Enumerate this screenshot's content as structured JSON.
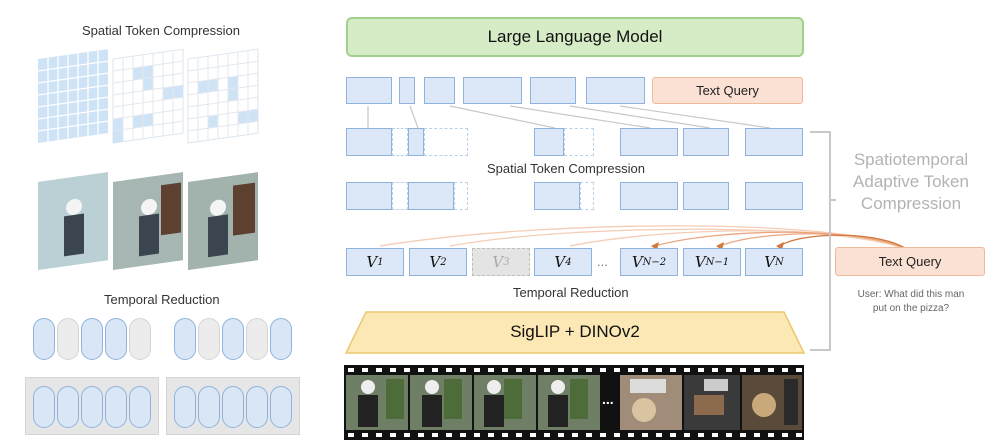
{
  "left_panel": {
    "spatial_title": "Spatial Token Compression",
    "temporal_title": "Temporal Reduction"
  },
  "main": {
    "llm_label": "Large Language Model",
    "text_query_top": "Text Query",
    "spatial_label": "Spatial Token Compression",
    "temporal_label": "Temporal Reduction",
    "encoder_label": "SigLIP + DINOv2",
    "ellipsis": "...",
    "tokens": [
      {
        "base": "V",
        "sub": "1"
      },
      {
        "base": "V",
        "sub": "2"
      },
      {
        "base": "V",
        "sub": "3"
      },
      {
        "base": "V",
        "sub": "4"
      },
      {
        "base": "V",
        "sub": "N−2"
      },
      {
        "base": "V",
        "sub": "N−1"
      },
      {
        "base": "V",
        "sub": "N"
      }
    ]
  },
  "right_panel": {
    "title_line1": "Spatiotemporal",
    "title_line2": "Adaptive Token",
    "title_line3": "Compression",
    "text_query": "Text Query",
    "user_line1": "User: What did this man",
    "user_line2": "put on the pizza?"
  },
  "film": {
    "ellipsis": "..."
  }
}
